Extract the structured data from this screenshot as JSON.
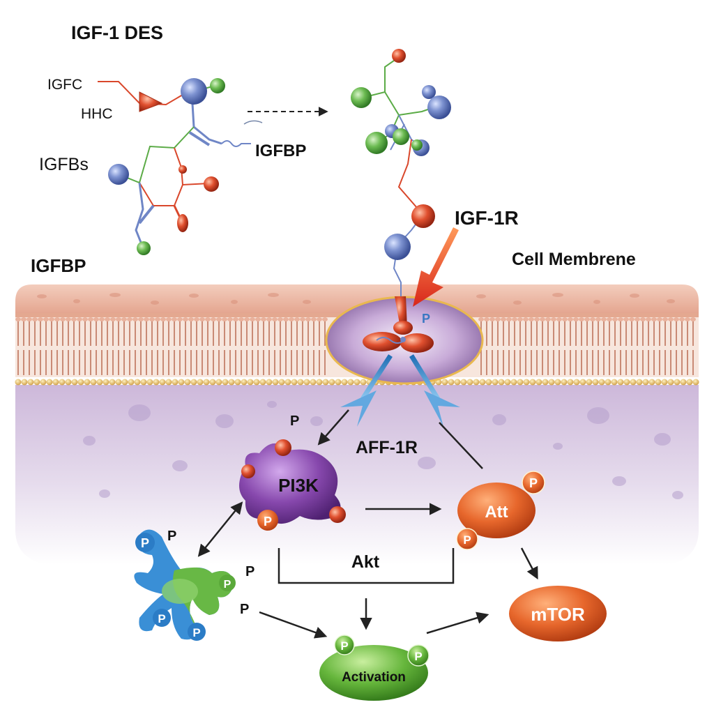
{
  "labels": {
    "title": "IGF-1 DES",
    "igfc": "IGFC",
    "hhc": "HHC",
    "igfbs": "IGFBs",
    "igfbp_top": "IGFBP",
    "igfbp_left": "IGFBP",
    "igf1r": "IGF-1R",
    "cell_membrane": "Cell Membrene",
    "receptor_p": "P",
    "aff1r": "AFF-1R",
    "pi3k": "PI3K",
    "att": "Att",
    "akt": "Akt",
    "mtor": "mTOR",
    "activation": "Activation",
    "p": "P"
  },
  "colors": {
    "protein_red": "#d9472b",
    "node_blue": "#6f86c6",
    "node_green": "#5bab46",
    "pi3k_purple": "#7c3fa0",
    "att_orange": "#e2622b",
    "activation_green": "#5cb03a",
    "arrow_blue": "#4a9bd8",
    "membrane_pink": "#e9b4a0",
    "cytoplasm_lavender": "#ddd0e6"
  }
}
